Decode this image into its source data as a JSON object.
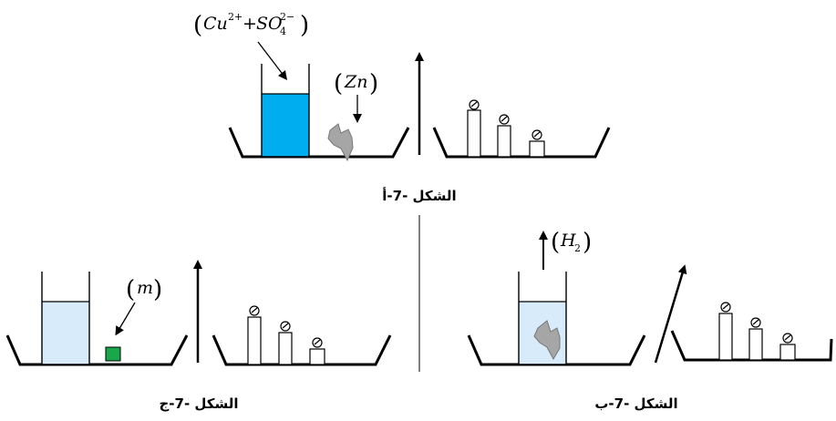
{
  "figure_a": {
    "caption": "الشكل -7-أ",
    "solution_label": "Cu²⁺ + SO₄²⁻",
    "metal_label": "Zn",
    "colors": {
      "solution": "#00aeef",
      "metal": "#a6a6a6"
    }
  },
  "figure_b": {
    "caption": "الشكل -7-ب",
    "gas_label": "H₂",
    "colors": {
      "solution": "#d7ebfb",
      "metal": "#a6a6a6"
    }
  },
  "figure_c": {
    "caption": "الشكل -7-ج",
    "metal_label": "m",
    "colors": {
      "solution": "#d7ebfb",
      "metal": "#1aa64b"
    }
  },
  "icons": {
    "balance_pan": "pan-balance-icon",
    "weights": "weight-icon"
  }
}
